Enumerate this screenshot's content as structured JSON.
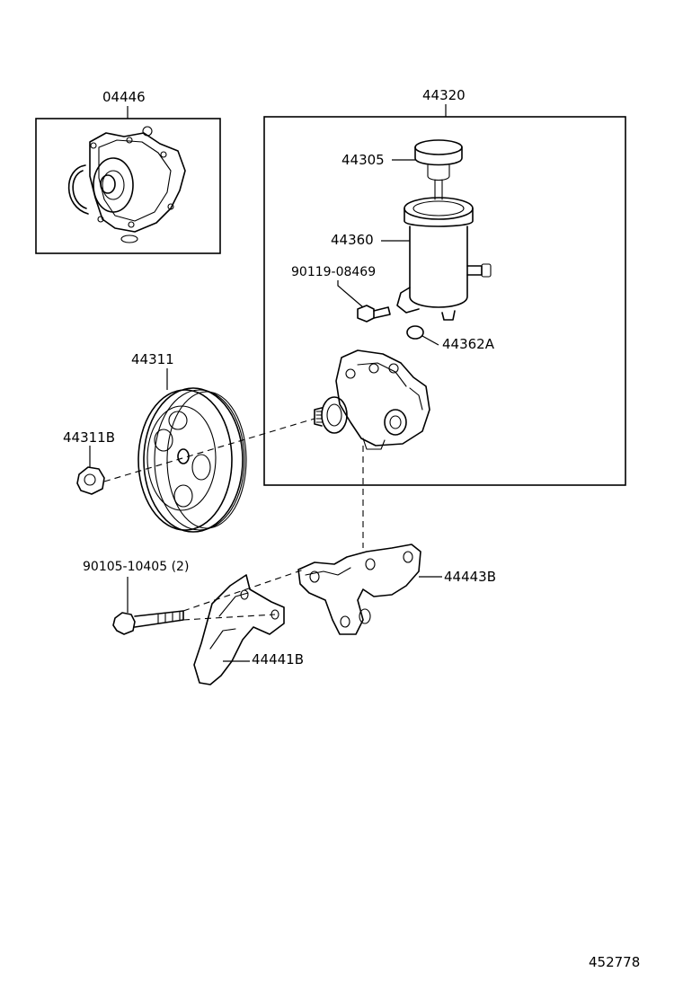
{
  "labels": {
    "gasket_kit": "04446",
    "pump_assy": "44320",
    "cap": "44305",
    "reservoir": "44360",
    "reservoir_bolt": "90119-08469",
    "o_ring": "44362A",
    "pulley": "44311",
    "pulley_nut": "44311B",
    "bracket_bolt": "90105-10405 (2)",
    "bracket_b": "44443B",
    "bracket_rear": "44441B",
    "figure_number": "452778"
  }
}
